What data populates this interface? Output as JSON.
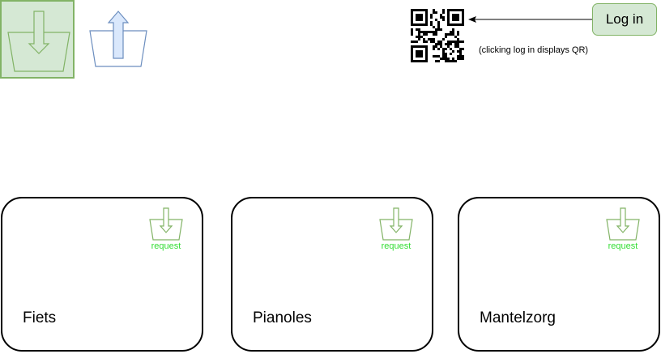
{
  "login": {
    "label": "Log in"
  },
  "qr": {
    "note": "(clicking log in displays QR)"
  },
  "cards": [
    {
      "title": "Fiets",
      "request_label": "request"
    },
    {
      "title": "Pianoles",
      "request_label": "request"
    },
    {
      "title": "Mantelzorg",
      "request_label": "request"
    }
  ],
  "colors": {
    "request_fill": "#d5e8d4",
    "request_stroke": "#82b366",
    "send_fill": "#dae8fc",
    "send_stroke": "#6c8ebf",
    "request_text": "#33dd33"
  },
  "icons": {
    "request": "basket-down-arrow-icon",
    "send": "basket-up-arrow-icon",
    "qr": "qr-code-icon"
  }
}
